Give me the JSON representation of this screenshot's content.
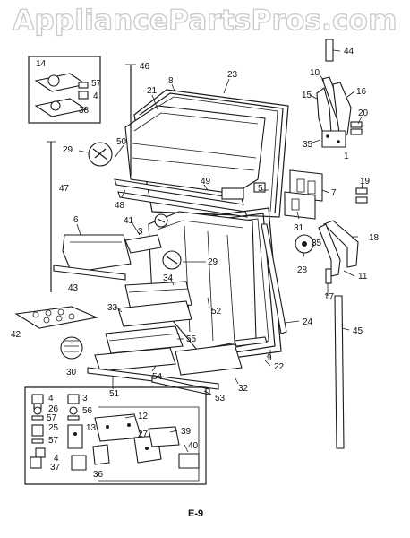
{
  "watermark": "AppliancePartsPros.com",
  "page_code": "E-9",
  "callouts": [
    "44",
    "10",
    "15",
    "16",
    "20",
    "35",
    "1",
    "19",
    "7",
    "18",
    "11",
    "17",
    "45",
    "28",
    "35",
    "31",
    "46",
    "23",
    "21",
    "8",
    "5",
    "49",
    "14",
    "57",
    "4",
    "38",
    "29",
    "50",
    "47",
    "48",
    "6",
    "41",
    "3",
    "29",
    "43",
    "34",
    "42",
    "33",
    "52",
    "24",
    "55",
    "30",
    "54",
    "9",
    "22",
    "53",
    "32",
    "51",
    "4",
    "3",
    "26",
    "56",
    "57",
    "13",
    "12",
    "25",
    "57",
    "27",
    "39",
    "4",
    "37",
    "36",
    "40"
  ]
}
